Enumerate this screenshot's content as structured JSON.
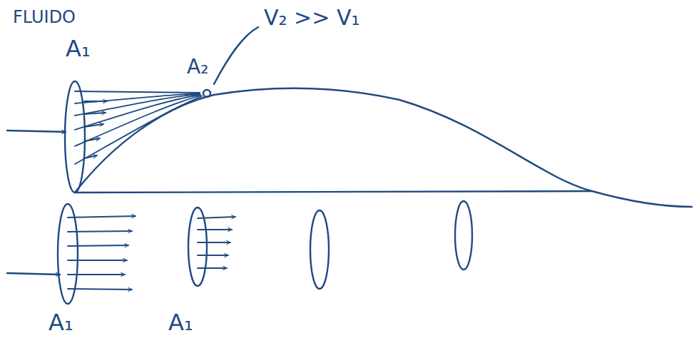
{
  "diagram": {
    "title": "FLUIDO",
    "labels": [
      "A₁",
      "A₂",
      "V₂ >> V₁",
      "A₁",
      "A₁"
    ]
  }
}
